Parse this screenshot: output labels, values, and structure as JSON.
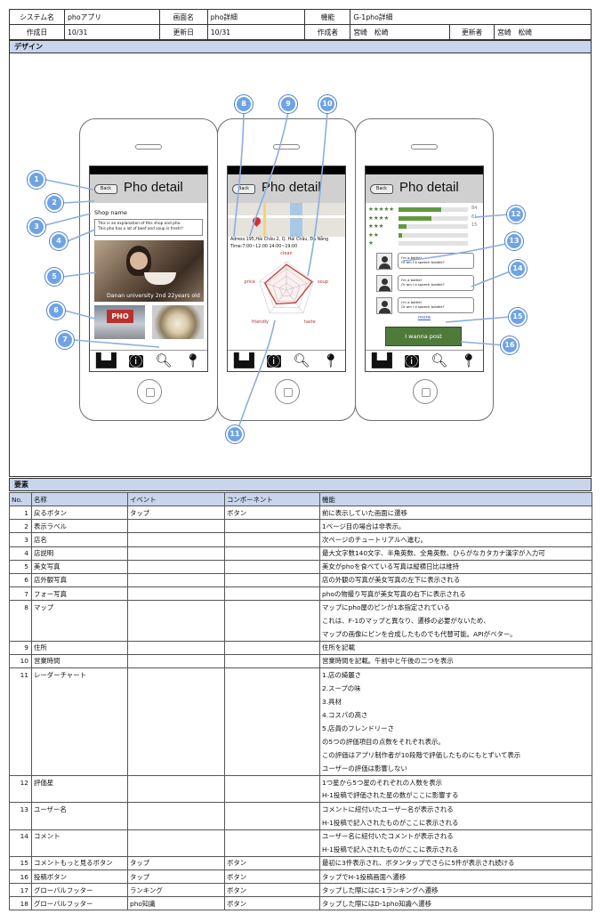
{
  "header": {
    "system_label": "システム名",
    "system_value": "phoアプリ",
    "screen_label": "画面名",
    "screen_value": "pho詳細",
    "function_label": "機能",
    "function_value": "G-1pho詳細",
    "created_label": "作成日",
    "created_value": "10/31",
    "updated_label": "更新日",
    "updated_value": "10/31",
    "author_label": "作成者",
    "author_value": "宮崎　松崎",
    "updater_label": "更新者",
    "updater_value": "宮崎　松崎"
  },
  "design_title": "デザイン",
  "phone1": {
    "back": "Back",
    "title": "Pho detail",
    "shop_name": "Shop name",
    "desc1": "This is an explanation of this shop and pho.",
    "desc2": "This pho has a lot of beef and soup is fresh!!",
    "photo_caption": "Danan university 2nd 22years old",
    "store_photo": "PHO"
  },
  "phone2": {
    "back": "Back",
    "title": "Pho detail",
    "address": "Adress:195,Hải Châu 2, Q. Hải Châu, Đà Nẵng",
    "time": "Time:7:00~12:00 14:00~19:00",
    "radar_labels": [
      "clean",
      "soup",
      "taste",
      "friendly",
      "price"
    ]
  },
  "phone3": {
    "back": "Back",
    "title": "Pho detail",
    "rating_counts": [
      "84",
      "61",
      "15",
      "",
      ""
    ],
    "rating_fill": [
      0.62,
      0.48,
      0.12,
      0.05,
      0
    ],
    "comment_line1": "I'm a bottle!",
    "comment_line2": "Or am I a speech bubble?",
    "more": "more",
    "post": "I wanna post"
  },
  "icons": [
    "ranking-icon",
    "pho-knowledge-icon",
    "search-icon",
    "map-pin-icon"
  ],
  "accent_color": "#6fa3e6",
  "callouts": [
    "1",
    "2",
    "3",
    "4",
    "5",
    "6",
    "7",
    "8",
    "9",
    "10",
    "11",
    "12",
    "13",
    "14",
    "15",
    "16"
  ],
  "elements_title": "要素",
  "columns": [
    "No.",
    "名称",
    "イベント",
    "コンポーネント",
    "機能"
  ],
  "rows": [
    {
      "no": "1",
      "name": "戻るボタン",
      "event": "タップ",
      "comp": "ボタン",
      "func": [
        "前に表示していた画面に遷移"
      ]
    },
    {
      "no": "2",
      "name": "表示ラベル",
      "event": "",
      "comp": "",
      "func": [
        "1ページ目の場合は非表示。"
      ]
    },
    {
      "no": "3",
      "name": "店名",
      "event": "",
      "comp": "",
      "func": [
        "次ページのチュートリアルへ進む。"
      ]
    },
    {
      "no": "4",
      "name": "店説明",
      "event": "",
      "comp": "",
      "func": [
        "最大文字数140文字、半角英数、全角英数、ひらがなカタカナ漢字が入力可"
      ]
    },
    {
      "no": "5",
      "name": "美女写真",
      "event": "",
      "comp": "",
      "func": [
        "美女がphoを食べている写真は縦横日比は維持"
      ]
    },
    {
      "no": "6",
      "name": "店外観写真",
      "event": "",
      "comp": "",
      "func": [
        "店の外観の写真が美女写真の左下に表示される"
      ]
    },
    {
      "no": "7",
      "name": "フォー写真",
      "event": "",
      "comp": "",
      "func": [
        "phoの物撮り写真が美女写真の右下に表示される"
      ]
    },
    {
      "no": "8",
      "name": "マップ",
      "event": "",
      "comp": "",
      "func": [
        "マップにpho屋のピンが1本指定されている",
        "これは、F-1のマップと異なり、遷移の必要がないため、",
        "マップの画像にピンを合成したものでも代替可能。APIがベター。"
      ]
    },
    {
      "no": "9",
      "name": "住所",
      "event": "",
      "comp": "",
      "func": [
        "住所を記載"
      ]
    },
    {
      "no": "10",
      "name": "営業時間",
      "event": "",
      "comp": "",
      "func": [
        "営業時間を記載。午前中と午後の二つを表示"
      ]
    },
    {
      "no": "11",
      "name": "レーダーチャート",
      "event": "",
      "comp": "",
      "func": [
        "1.店の綺麗さ",
        "2.スープの味",
        "3.具材",
        "4.コスパの高さ",
        "5.店員のフレンドリーさ",
        "の5つの評価項目の点数をそれぞれ表示。",
        "この評価はアプリ制作者が10段階で評価したものにもとずいて表示",
        "ユーザーの評価は影響しない"
      ]
    },
    {
      "no": "12",
      "name": "評価星",
      "event": "",
      "comp": "",
      "func": [
        "1つ星から5つ星のそれぞれの人数を表示",
        "H-1投稿で評価された星の数がここに影響する"
      ]
    },
    {
      "no": "13",
      "name": "ユーザー名",
      "event": "",
      "comp": "",
      "func": [
        "コメントに紐付いたユーザー名が表示される",
        "H-1投稿で記入されたものがここに表示される"
      ]
    },
    {
      "no": "14",
      "name": "コメント",
      "event": "",
      "comp": "",
      "func": [
        "ユーザー名に紐付いたコメントが表示される",
        "H-1投稿で記入されたものがここに表示される"
      ]
    },
    {
      "no": "15",
      "name": "コメントもっと見るボタン",
      "event": "タップ",
      "comp": "ボタン",
      "func": [
        "最初に3件表示され、ボタンタップでさらに5件が表示され続ける"
      ]
    },
    {
      "no": "16",
      "name": "投稿ボタン",
      "event": "タップ",
      "comp": "ボタン",
      "func": [
        "タップでH-1投稿画面へ遷移"
      ]
    },
    {
      "no": "17",
      "name": "グローバルフッター",
      "event": "ランキング",
      "comp": "ボタン",
      "func": [
        "タップした際にはC-1ランキングへ遷移"
      ]
    },
    {
      "no": "18",
      "name": "グローバルフッター",
      "event": "pho知識",
      "comp": "ボタン",
      "func": [
        "タップした際にはD-1pho知識へ遷移"
      ]
    }
  ]
}
